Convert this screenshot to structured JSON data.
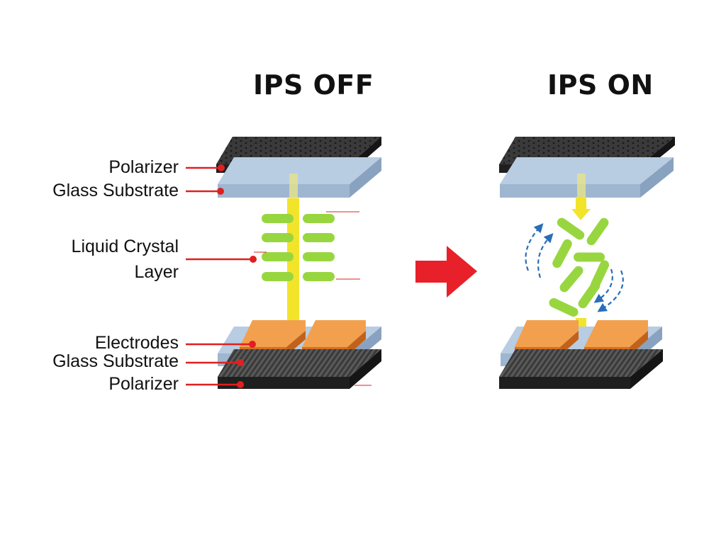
{
  "titles": {
    "off": "IPS OFF",
    "on": "IPS ON"
  },
  "labels": {
    "polarizer_top": "Polarizer",
    "glass_top": "Glass Substrate",
    "lc_line1": "Liquid Crystal",
    "lc_line2": "Layer",
    "electrodes": "Electrodes",
    "glass_bottom": "Glass Substrate",
    "polarizer_bottom": "Polarizer"
  },
  "colors": {
    "polarizer": "#2b2b2b",
    "glass": "#a8bfd8",
    "crystal": "#98d640",
    "light": "#f2e42a",
    "electrode": "#e8823a",
    "leader": "#e02020",
    "arrow": "#e8202a",
    "rotation_arrows": "#2a6eb8"
  }
}
